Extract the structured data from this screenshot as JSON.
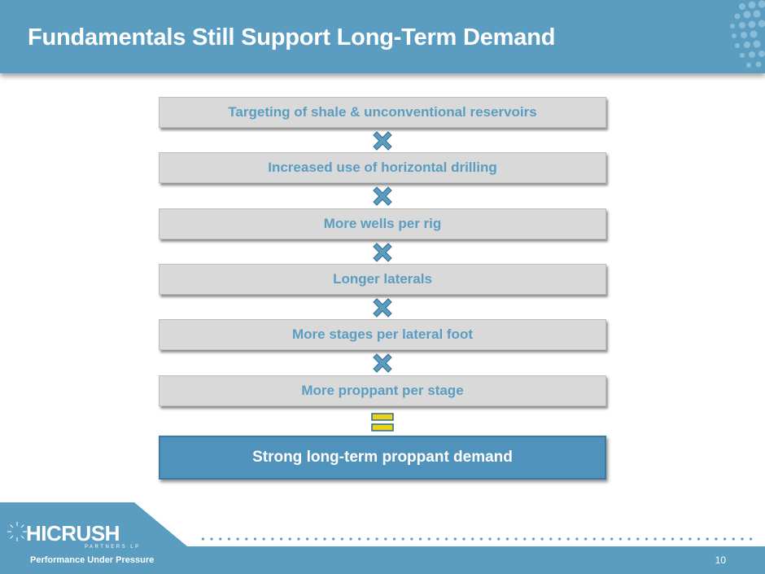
{
  "slide": {
    "title": "Fundamentals Still Support Long-Term Demand",
    "page_number": "10"
  },
  "flow": {
    "steps": [
      "Targeting of shale & unconventional reservoirs",
      "Increased use of horizontal drilling",
      "More wells per rig",
      "Longer laterals",
      "More stages per lateral foot",
      "More proppant per stage"
    ],
    "operators": [
      "multiply-icon",
      "multiply-icon",
      "multiply-icon",
      "multiply-icon",
      "multiply-icon",
      "equals-icon"
    ],
    "result": "Strong long-term proppant demand"
  },
  "branding": {
    "logo_hi": "HI",
    "logo_crush": "CRUSH",
    "logo_sub": "PARTNERS LP",
    "tagline": "Performance Under Pressure"
  },
  "colors": {
    "accent_blue": "#5a9dc1",
    "box_gray": "#d9d9d9",
    "equals_yellow": "#e8d21a"
  }
}
